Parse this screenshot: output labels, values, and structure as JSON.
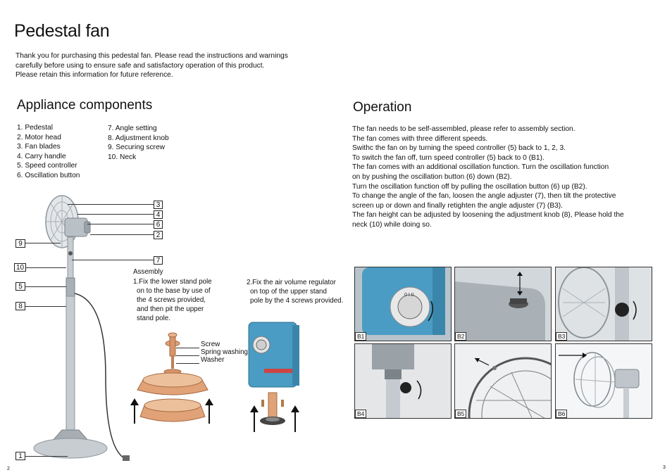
{
  "page": {
    "title": "Pedestal fan",
    "intro_lines": [
      "Thank you for purchasing this pedestal fan. Please read the instructions and warnings",
      "carefully before using to ensure safe and satisfactory operation of this product.",
      "Please retain this information for future reference."
    ],
    "page_left": "2",
    "page_right": "3"
  },
  "components": {
    "heading": "Appliance components",
    "col1": [
      "1. Pedestal",
      "2. Motor head",
      "3. Fan blades",
      "4. Carry handle",
      "5. Speed controller",
      "6. Oscillation button"
    ],
    "col2": [
      "7.  Angle setting",
      "8.  Adjustment knob",
      "9. Securing screw",
      "10. Neck"
    ],
    "callouts": [
      "3",
      "4",
      "6",
      "2",
      "9",
      "7",
      "10",
      "5",
      "8",
      "1"
    ]
  },
  "assembly": {
    "heading": "Assembly",
    "step1_lines": [
      "1.Fix the lower stand pole",
      "on to the base by use of",
      "the 4 screws provided,",
      "and then pit the upper",
      "stand pole."
    ],
    "step2_lines": [
      "2.Fix the air volume regulator",
      "on top of the upper stand",
      "pole by the 4 screws provided."
    ],
    "parts": [
      "Screw",
      "Spring washing",
      "Washer"
    ]
  },
  "operation": {
    "heading": "Operation",
    "lines": [
      "The fan needs to be self-assembled, please refer to assembly section.",
      "The fan comes with three different speeds.",
      "Swithc the fan on by turning the speed controller (5) back to 1, 2, 3.",
      "To switch the fan off, turn speed controller (5) back to 0 (B1).",
      "The fan comes with an additional oscillation function. Turn the oscillation function",
      "on by pushing the oscillation button (6) down (B2).",
      "Turn the oscillation function off by pulling the oscillation button (6) up (B2).",
      "To change the angle of the fan, loosen the angle adjuster (7), then tilt the protective",
      "screen up or down and finally retighten the angle adjuster (7) (B3).",
      "The fan height can be adjusted by loosening the adjustment knob (8), Please hold the",
      "neck (10) while doing so."
    ],
    "photos": [
      "B1",
      "B2",
      "B3",
      "B4",
      "B5",
      "B6"
    ]
  },
  "colors": {
    "fan_body": "#b9c0c6",
    "regulator_blue": "#4a9cc4",
    "base_copper": "#e0a276",
    "panel_grey": "#c9cdd0"
  }
}
